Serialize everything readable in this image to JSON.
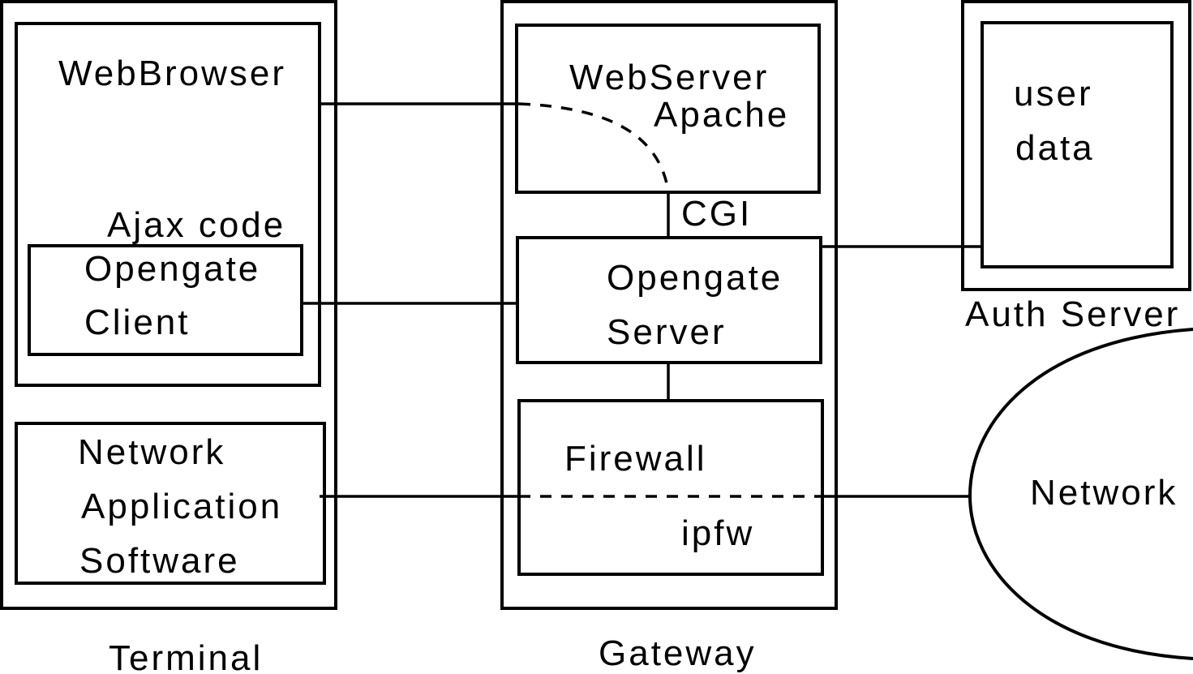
{
  "terminal": {
    "label": "Terminal",
    "webbrowser": {
      "label": "WebBrowser",
      "ajax_label": "Ajax code",
      "client_lines": [
        "Opengate",
        "Client"
      ]
    },
    "app_lines": [
      "Network",
      "Application",
      "Software"
    ]
  },
  "gateway": {
    "label": "Gateway",
    "webserver_lines": [
      "WebServer",
      "Apache"
    ],
    "cgi_label": "CGI",
    "opengate_server_lines": [
      "Opengate",
      "Server"
    ],
    "firewall_label": "Firewall",
    "ipfw_label": "ipfw"
  },
  "auth_server": {
    "label": "Auth Server",
    "userdata_lines": [
      "user",
      "data"
    ]
  },
  "network": {
    "label": "Network"
  }
}
